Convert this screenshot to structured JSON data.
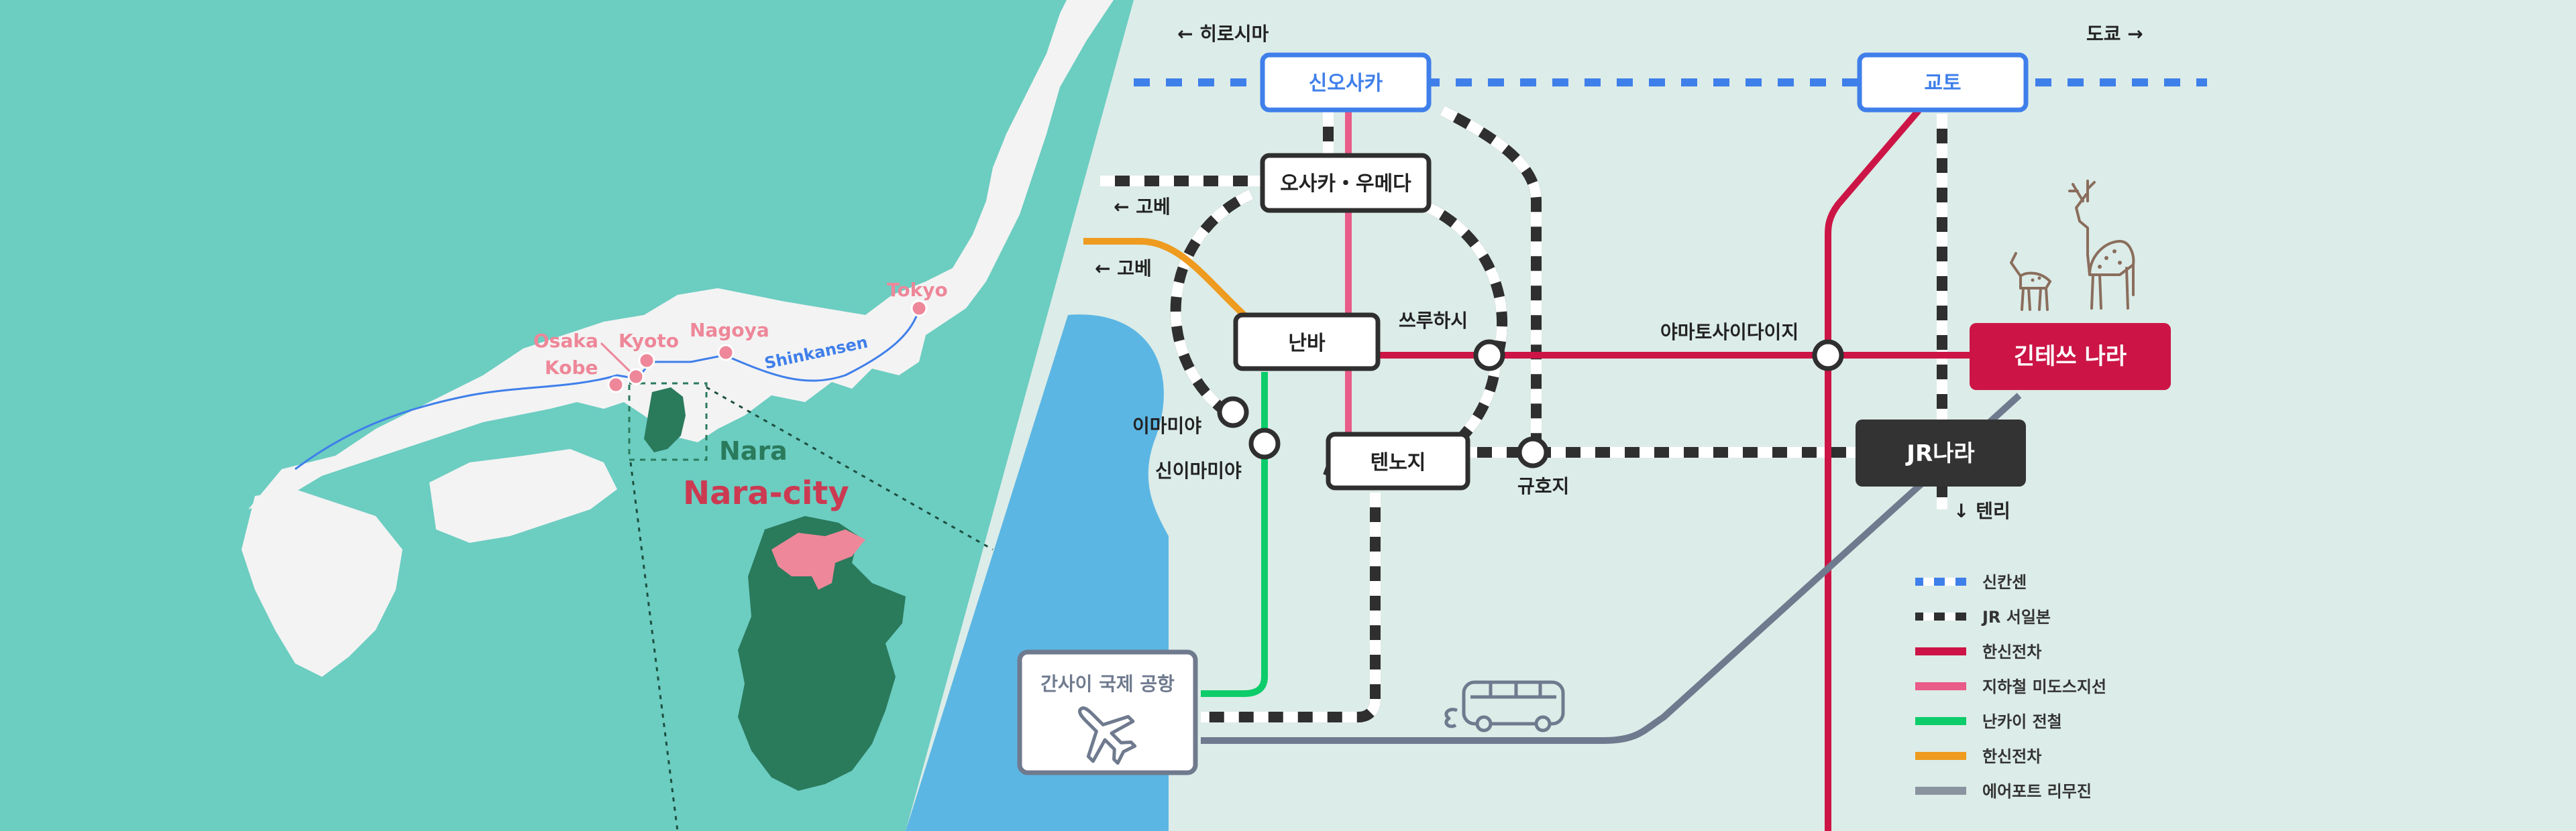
{
  "colors": {
    "sea_japan": "#6ccdc1",
    "sea_bay": "#5cb6e3",
    "land": "#f3f3f3",
    "nara_green": "#2a7a5c",
    "pink": "#ee8799",
    "shinkansen": "#3f7fea",
    "jr": "#2f2f2f",
    "kintetsu": "#cc1546",
    "midosuji": "#e95b88",
    "nankai": "#0dcc6a",
    "hanshin": "#ee9b1f",
    "limousine": "#6f7a8e",
    "board": "#dcece8",
    "dark_box": "#333333"
  },
  "overview": {
    "cities": [
      "Osaka",
      "Kobe",
      "Kyoto",
      "Nagoya",
      "Tokyo"
    ],
    "shinkansen_label": "Shinkansen",
    "prefecture": "Nara",
    "city": "Nara-city"
  },
  "directions": {
    "hiroshima": "← 히로시마",
    "tokyo": "도쿄 →",
    "kobe1": "← 고베",
    "kobe2": "← 고베",
    "tenri": "↓ 텐리"
  },
  "stations": {
    "shin_osaka": "신오사카",
    "kyoto": "교토",
    "osaka_umeda": "오사카・우메다",
    "namba": "난바",
    "tennoji": "텐노지",
    "kintetsu_nara": "긴테쓰 나라",
    "jr_nara": "JR나라",
    "airport": "간사이 국제 공항",
    "tsuruhashi": "쓰루하시",
    "yamato_saidaiji": "야마토사이다이지",
    "imamiya": "이마미야",
    "shin_imamiya": "신이마미야",
    "kyuhoji": "규호지"
  },
  "legend": [
    {
      "label": "신칸센",
      "color": "#3f7fea",
      "style": "dashed-white"
    },
    {
      "label": "JR 서일본",
      "color": "#2f2f2f",
      "style": "dashed-white"
    },
    {
      "label": "한신전차",
      "color": "#cc1546",
      "style": "solid"
    },
    {
      "label": "지하철 미도스지선",
      "color": "#e95b88",
      "style": "solid"
    },
    {
      "label": "난카이 전철",
      "color": "#0dcc6a",
      "style": "solid"
    },
    {
      "label": "한신전차",
      "color": "#ee9b1f",
      "style": "solid"
    },
    {
      "label": "에어포트 리무진",
      "color": "#8a93a0",
      "style": "solid"
    }
  ]
}
